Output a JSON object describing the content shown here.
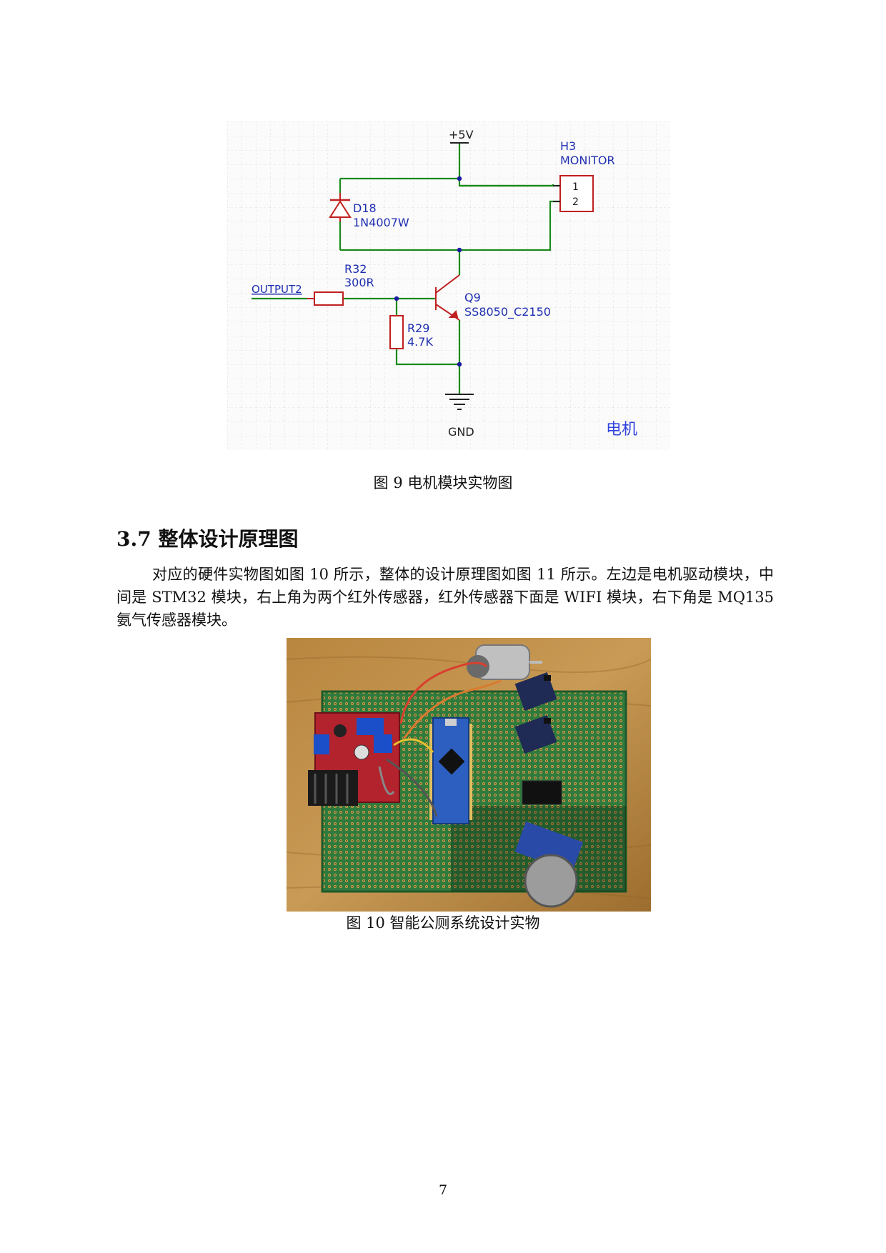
{
  "figure9": {
    "labels": {
      "power": "+5V",
      "connector_ref": "H3",
      "connector_name": "MONITOR",
      "pin1": "1",
      "pin2": "2",
      "diode_ref": "D18",
      "diode_value": "1N4007W",
      "resistor1_ref": "R32",
      "resistor1_value": "300R",
      "net_input": "OUTPUT2",
      "transistor_ref": "Q9",
      "transistor_value": "SS8050_C2150",
      "resistor2_ref": "R29",
      "resistor2_value": "4.7K",
      "ground": "GND",
      "sheet_note": "电机"
    },
    "colors": {
      "wire": "#1a8a1a",
      "component": "#c02020",
      "label": "#1f2fb0",
      "junction": "#1a1aa0"
    },
    "caption": "图 9 电机模块实物图"
  },
  "section": {
    "title": "3.7 整体设计原理图",
    "paragraph": "对应的硬件实物图如图 10 所示，整体的设计原理图如图 11 所示。左边是电机驱动模块，中间是 STM32 模块，右上角为两个红外传感器，红外传感器下面是 WIFI 模块，右下角是 MQ135 氨气传感器模块。"
  },
  "figure10": {
    "caption": "图 10 智能公厕系统设计实物"
  },
  "page_number": "7"
}
